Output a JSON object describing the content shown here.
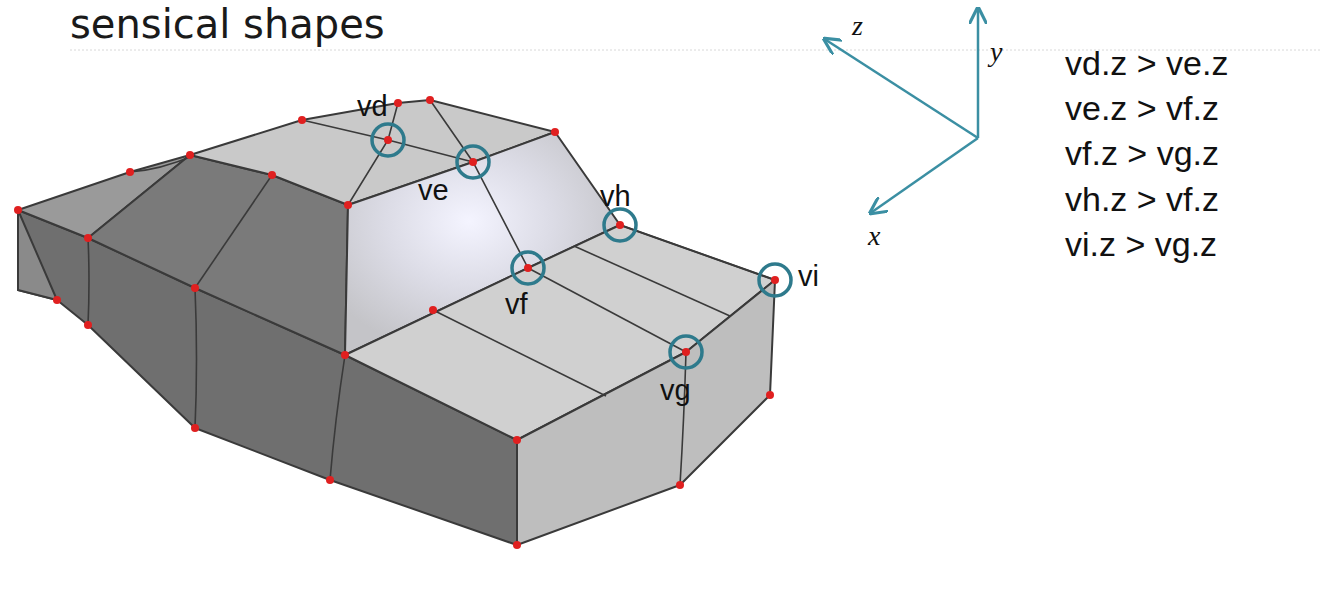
{
  "diagram": {
    "title": "sensical shapes",
    "labels": [
      "z",
      "y",
      "x",
      "vd",
      "ve",
      "vh",
      "vf",
      "vi",
      "vg",
      "vd.z > ve.z",
      "ve.z > vf.z",
      "vf.z > vg.z",
      "vh.z > vf.z",
      "vi.z > vg.z"
    ]
  }
}
